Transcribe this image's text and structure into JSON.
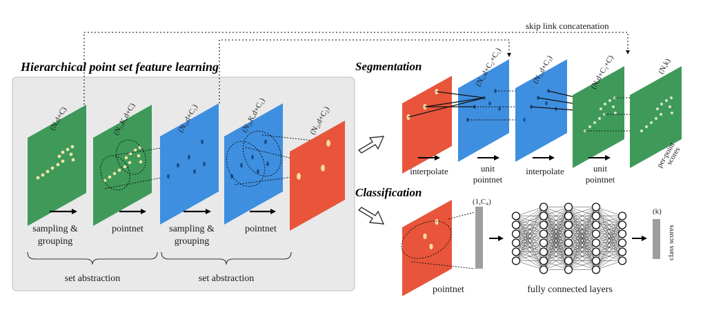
{
  "titles": {
    "hierarchical": "Hierarchical point set feature learning",
    "segmentation": "Segmentation",
    "classification": "Classification",
    "skip_link": "skip link concatenation"
  },
  "set_abstraction": {
    "planes": [
      {
        "shape": "(N,d+C)",
        "color": "#3f9a5a"
      },
      {
        "shape": "(N₁,K,d+C)",
        "color": "#3f9a5a"
      },
      {
        "shape": "(N₁,d+C₁)",
        "color": "#3f8fe0"
      },
      {
        "shape": "(N₂,K,d+C₁)",
        "color": "#3f8fe0"
      },
      {
        "shape": "(N₂,d+C₂)",
        "color": "#e8553b"
      }
    ],
    "ops": [
      {
        "line1": "sampling &",
        "line2": "grouping"
      },
      {
        "line1": "pointnet",
        "line2": ""
      },
      {
        "line1": "sampling &",
        "line2": "grouping"
      },
      {
        "line1": "pointnet",
        "line2": ""
      }
    ],
    "group_labels": [
      "set abstraction",
      "set abstraction"
    ]
  },
  "segmentation": {
    "planes": [
      {
        "shape": "",
        "color": "#e8553b"
      },
      {
        "shape": "(N₁,d+C₂+C₁)",
        "color": "#3f8fe0"
      },
      {
        "shape": "(N₁,d+C₃)",
        "color": "#3f8fe0"
      },
      {
        "shape": "(N,d+C₃+C)",
        "color": "#3f9a5a"
      },
      {
        "shape": "(N,k)",
        "color": "#3f9a5a"
      }
    ],
    "ops": [
      {
        "line1": "interpolate",
        "line2": ""
      },
      {
        "line1": "unit",
        "line2": "pointnet"
      },
      {
        "line1": "interpolate",
        "line2": ""
      },
      {
        "line1": "unit",
        "line2": "pointnet"
      }
    ],
    "output_label_1": "per-point",
    "output_label_2": "scores"
  },
  "classification": {
    "plane_color": "#e8553b",
    "pointnet_label": "pointnet",
    "feature_shape": "(1,C₄)",
    "fc_label": "fully connected layers",
    "output_shape": "(k)",
    "output_label": "class scores"
  },
  "colors": {
    "panel_bg": "#e9e9e9",
    "panel_border": "#bdbdbd",
    "feature_bar": "#9e9e9e"
  }
}
